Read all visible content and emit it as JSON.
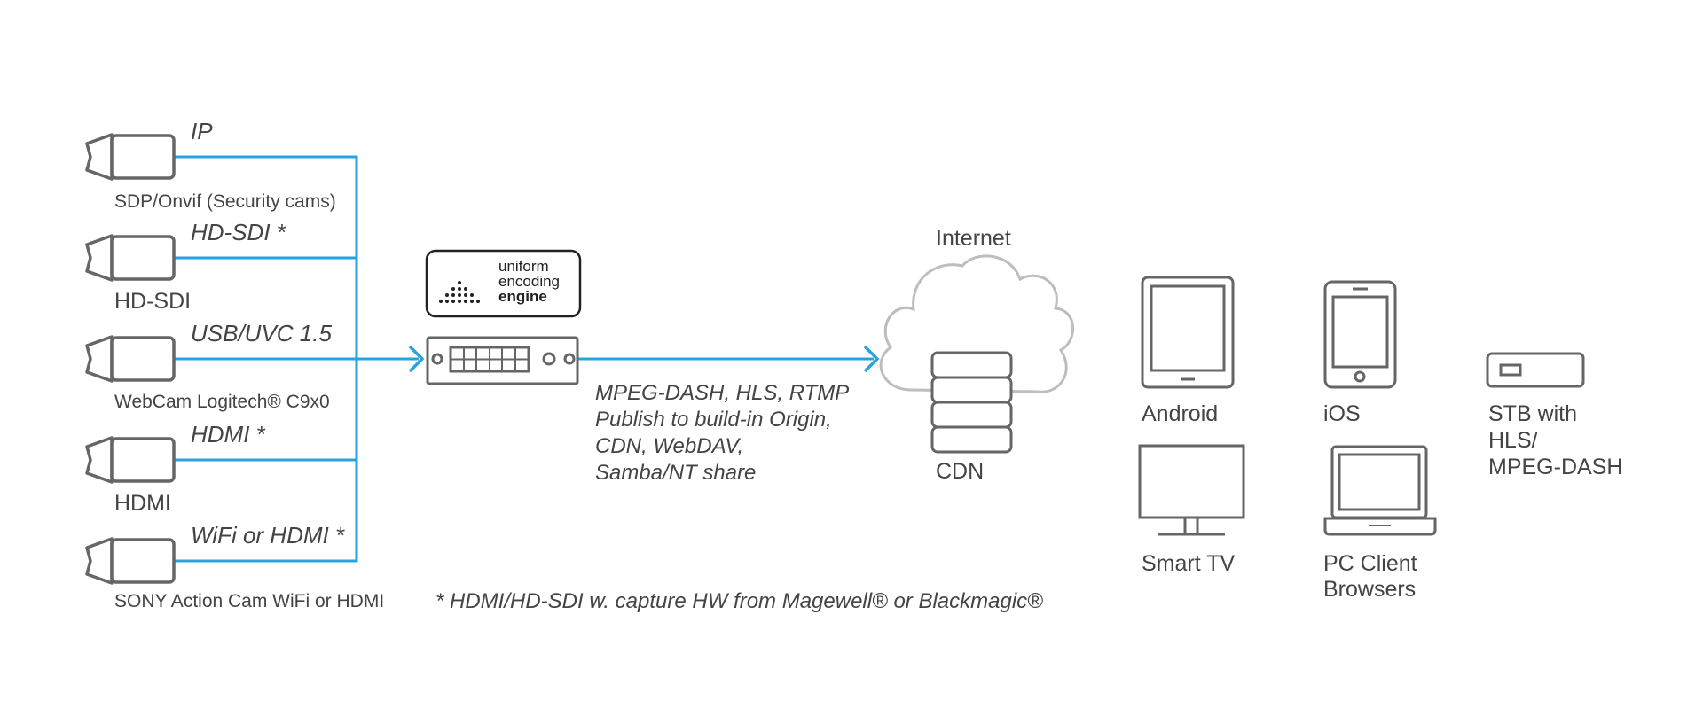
{
  "sources": [
    {
      "protocol": "IP",
      "device": "SDP/Onvif (Security cams)"
    },
    {
      "protocol": "HD-SDI *",
      "device": "HD-SDI"
    },
    {
      "protocol": "USB/UVC 1.5",
      "device": "WebCam Logitech® C9x0"
    },
    {
      "protocol": "HDMI *",
      "device": "HDMI"
    },
    {
      "protocol": "WiFi or HDMI *",
      "device": "SONY Action Cam WiFi or HDMI"
    }
  ],
  "engine": {
    "line1": "uniform",
    "line2": "encoding",
    "line3": "engine"
  },
  "outputs": {
    "line1": "MPEG-DASH, HLS, RTMP",
    "line2": "Publish to build-in Origin,",
    "line3": "CDN, WebDAV,",
    "line4": "Samba/NT share"
  },
  "cloud": {
    "title": "Internet",
    "cdn": "CDN"
  },
  "clients": {
    "android": "Android",
    "ios": "iOS",
    "stb": [
      "STB with",
      "HLS/",
      "MPEG-DASH"
    ],
    "smart_tv": "Smart TV",
    "pc": [
      "PC Client",
      "Browsers"
    ]
  },
  "footnote": "* HDMI/HD-SDI w. capture HW from Magewell® or Blackmagic®",
  "colors": {
    "line": "#29a3e0",
    "icon": "#666666",
    "cloud": "#bdbdbd",
    "text": "#444444"
  }
}
